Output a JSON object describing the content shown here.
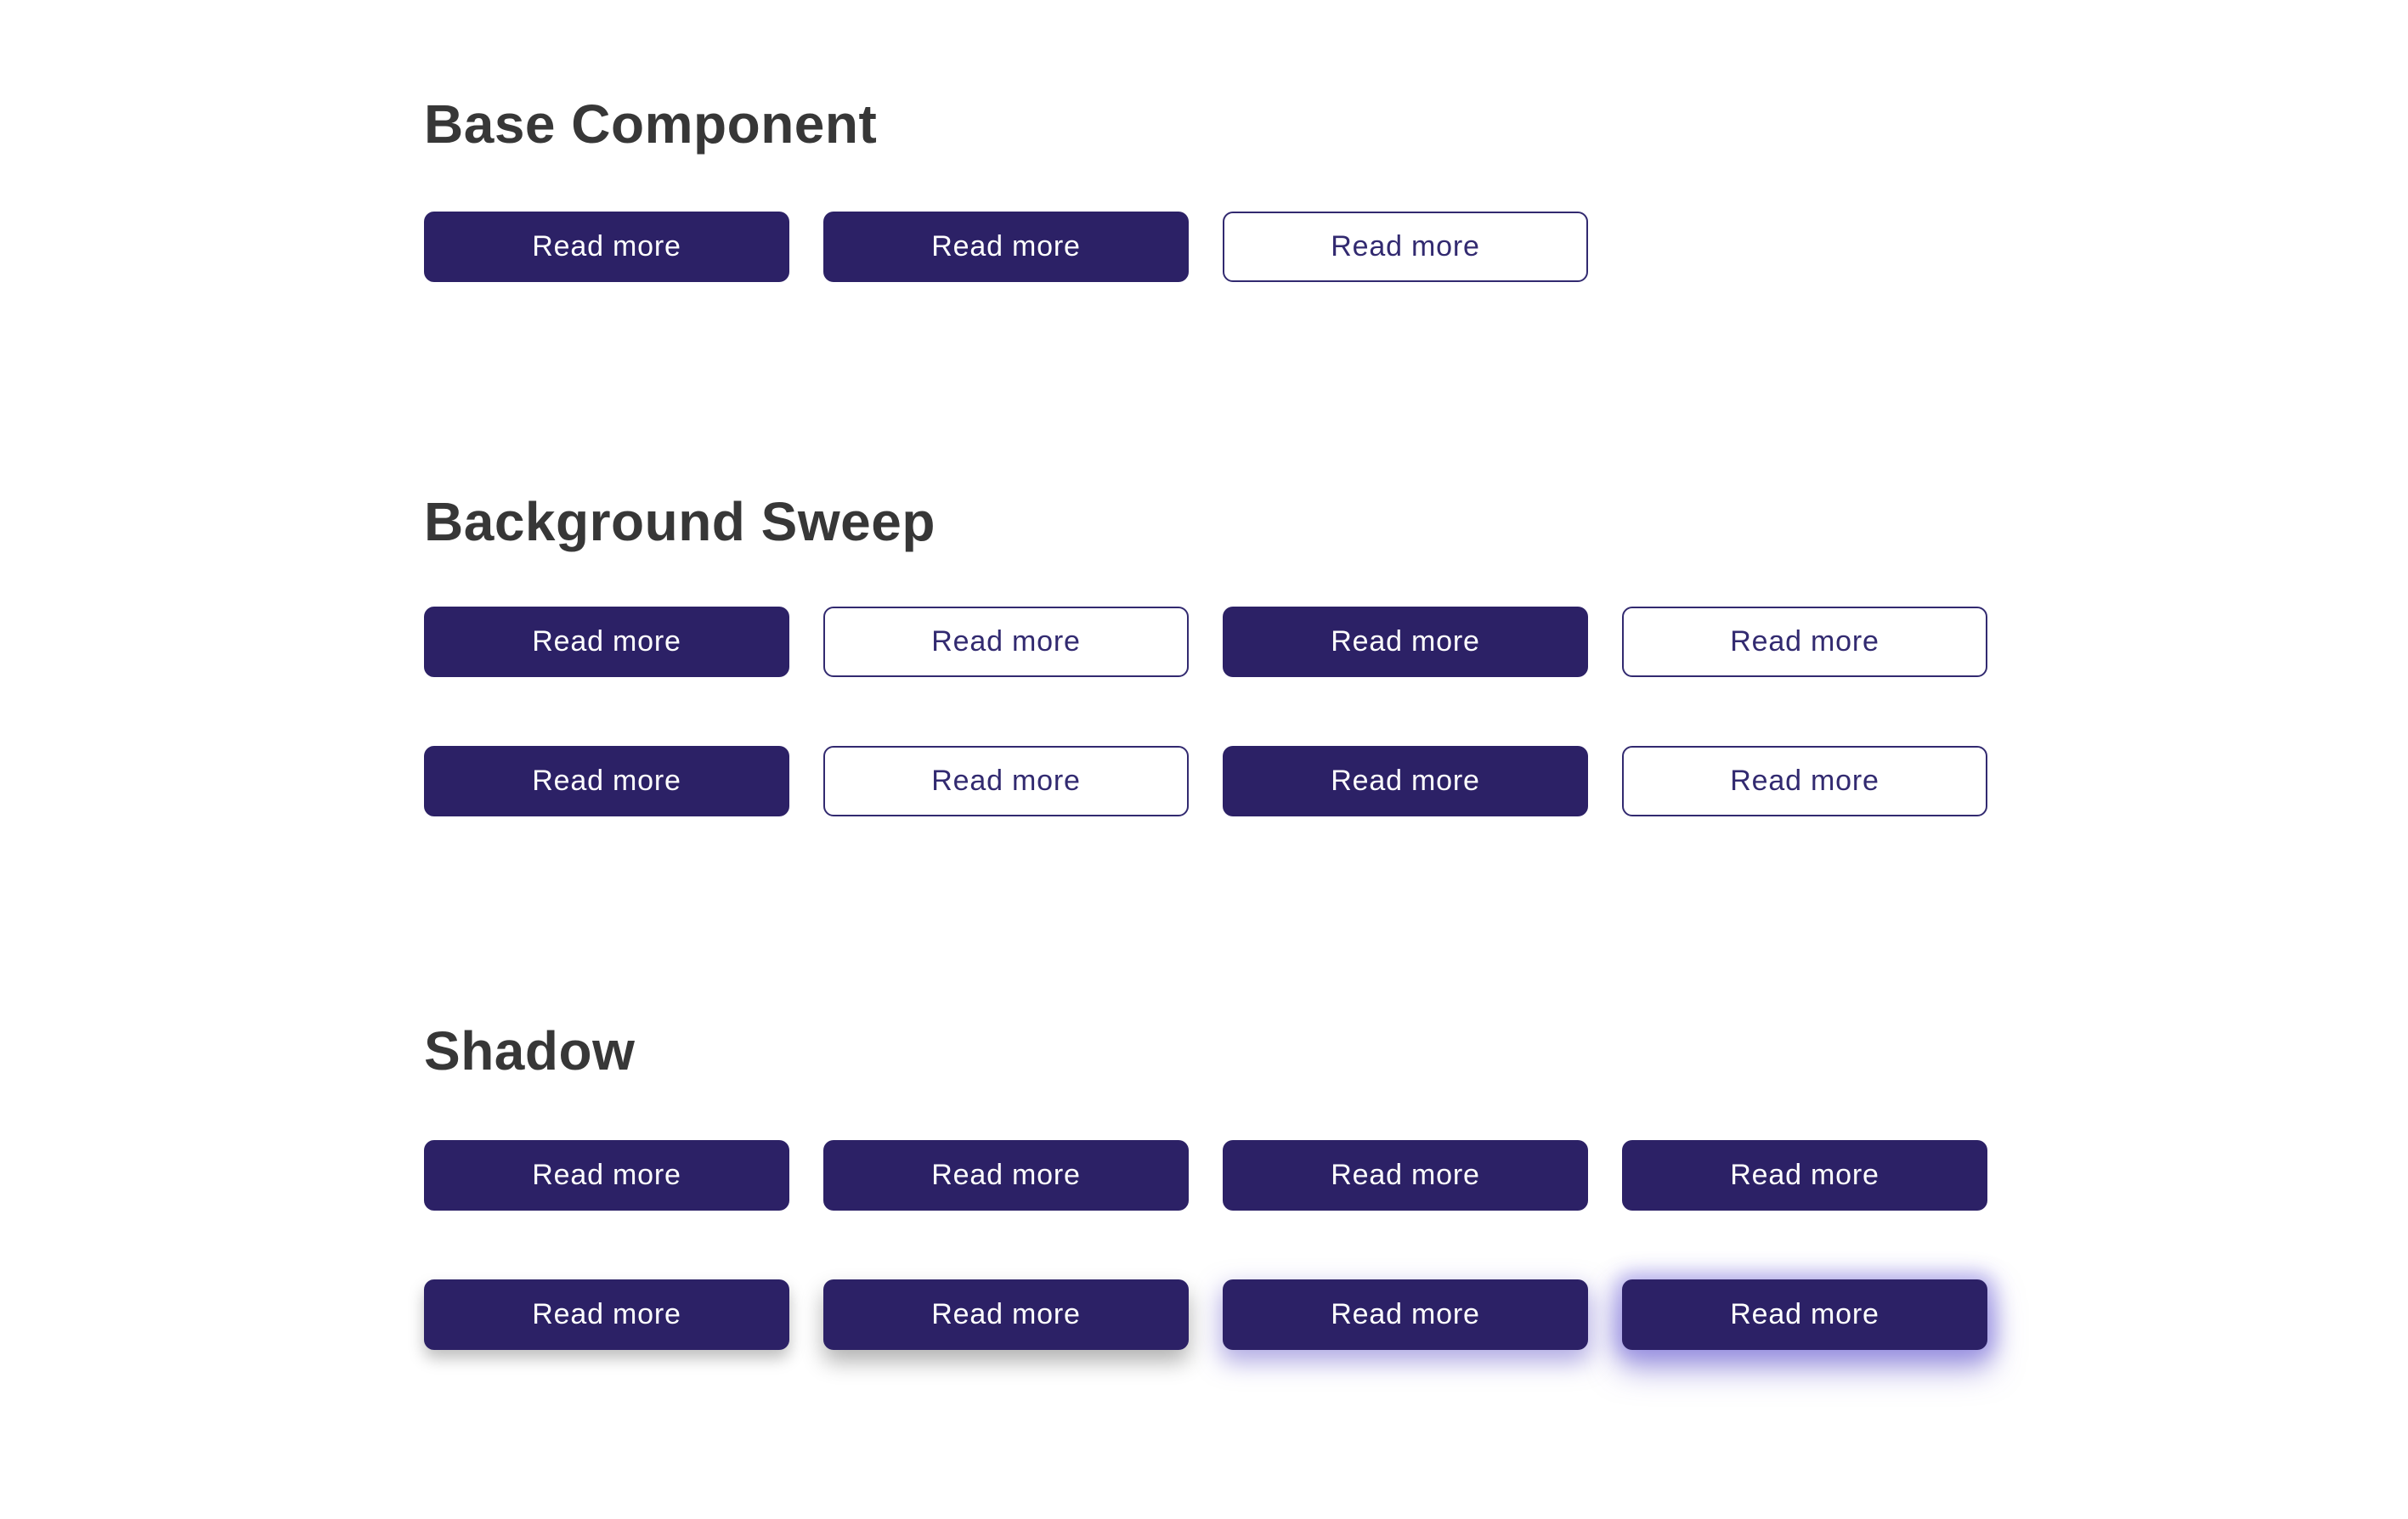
{
  "page": {
    "background_color": "#ffffff",
    "heading_color": "#373737",
    "accent_color": "#2c2166",
    "outline_color": "#322a70",
    "button_text_color_filled": "#ffffff"
  },
  "button_label": "Read more",
  "sections": [
    {
      "id": "base-component",
      "title": "Base Component",
      "rows": [
        [
          "filled",
          "filled",
          "outline"
        ]
      ]
    },
    {
      "id": "background-sweep",
      "title": "Background Sweep",
      "rows": [
        [
          "filled",
          "outline",
          "filled",
          "outline"
        ],
        [
          "filled",
          "outline",
          "filled",
          "outline"
        ]
      ]
    },
    {
      "id": "shadow",
      "title": "Shadow",
      "rows": [
        [
          "filled",
          "filled",
          "filled",
          "filled"
        ],
        [
          "filled shadow-gray-sm",
          "filled shadow-gray-md",
          "filled shadow-purple-md",
          "filled shadow-purple-lg"
        ]
      ]
    }
  ]
}
